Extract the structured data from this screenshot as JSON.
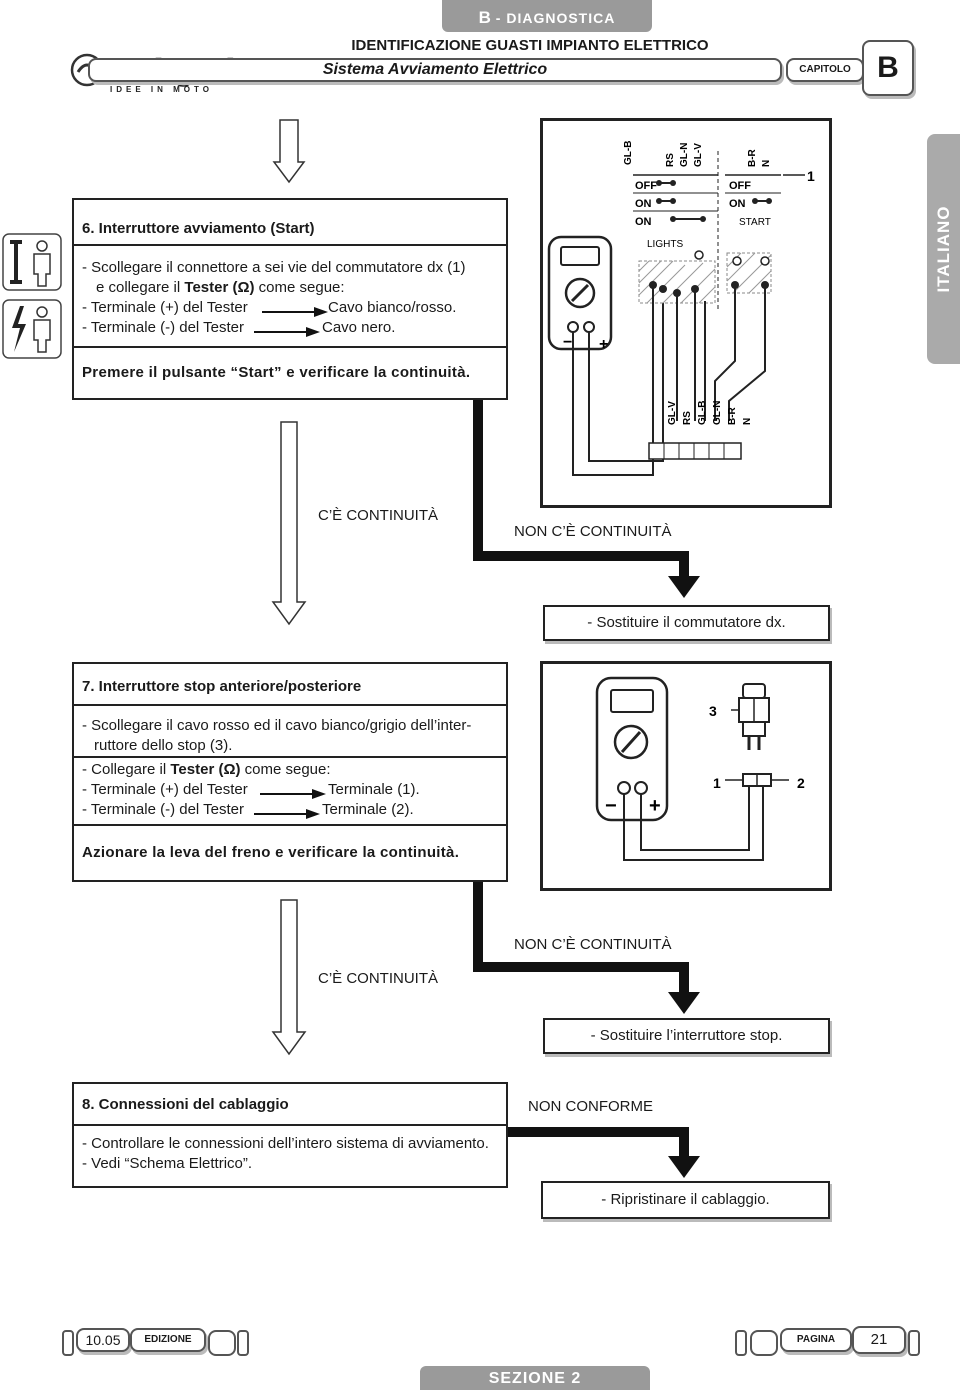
{
  "header": {
    "tab_letter": "B",
    "tab_text": " - DIAGNOSTICA",
    "title": "IDENTIFICAZIONE GUASTI IMPIANTO ELETTRICO",
    "subtitle": "Sistema Avviamento Elettrico",
    "capitolo_label": "CAPITOLO",
    "capitolo_value": "B",
    "logo_text": "Malaguti",
    "logo_tagline": "IDEE IN MOTO"
  },
  "side_tab": "ITALIANO",
  "step6": {
    "title": "6. Interruttore avviamento (Start)",
    "lines": [
      "- Scollegare il connettore a sei vie del commutatore dx (1)",
      "e collegare il",
      "Tester (Ω)",
      "come segue:"
    ],
    "plus_prefix": "- Terminale (+) del Tester",
    "plus_target": "Cavo bianco/rosso.",
    "minus_prefix": "- Terminale (-) del Tester",
    "minus_target": "Cavo nero.",
    "instruction": "Premere il pulsante “Start” e verificare la continuità.",
    "yes_label": "C’È CONTINUITÀ",
    "no_label": "NON C’È CONTINUITÀ",
    "no_action": "- Sostituire il commutatore dx."
  },
  "diagram6": {
    "top_wires_left": [
      "GL-B",
      "RS",
      "GL-N",
      "GL-V"
    ],
    "top_wires_right": [
      "B-R",
      "N"
    ],
    "rows_left": [
      "OFF",
      "ON",
      "ON"
    ],
    "rows_right": [
      "OFF",
      "ON"
    ],
    "lights": "LIGHTS",
    "start": "START",
    "ref": "1",
    "bottom_wires": [
      "GL-V",
      "RS",
      "GL-B",
      "GL-N",
      "B-R",
      "N"
    ]
  },
  "step7": {
    "title": "7. Interruttore stop anteriore/posteriore",
    "line1": "- Scollegare il cavo rosso ed il cavo bianco/grigio dell’inter-",
    "line2": "ruttore dello stop (3).",
    "line3_prefix": "- Collegare il",
    "line3_bold": "Tester (Ω)",
    "line3_suffix": "come segue:",
    "plus_prefix": "- Terminale (+) del Tester",
    "plus_target": "Terminale (1).",
    "minus_prefix": "- Terminale (-) del Tester",
    "minus_target": "Terminale (2).",
    "instruction": "Azionare la leva del freno e verificare la continuità.",
    "yes_label": "C’È CONTINUITÀ",
    "no_label": "NON C’È CONTINUITÀ",
    "no_action": "- Sostituire l’interruttore stop."
  },
  "diagram7": {
    "ref3": "3",
    "ref1": "1",
    "ref2": "2"
  },
  "step8": {
    "title": "8. Connessioni del cablaggio",
    "line1": "- Controllare le connessioni dell’intero sistema di avviamento.",
    "line2": "- Vedi “Schema Elettrico”.",
    "no_label": "NON CONFORME",
    "no_action": "- Ripristinare il cablaggio."
  },
  "footer": {
    "edition_value": "10.05",
    "edition_label": "EDIZIONE",
    "page_label": "PAGINA",
    "page_value": "21",
    "section": "SEZIONE 2"
  }
}
